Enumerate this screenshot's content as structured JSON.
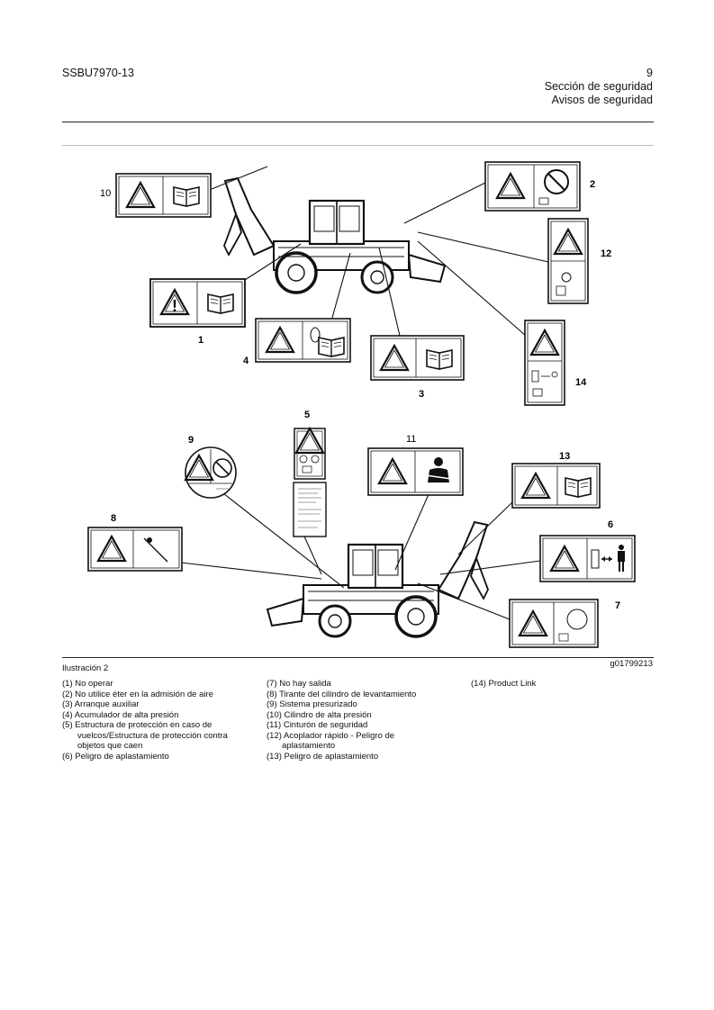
{
  "header": {
    "doc_code": "SSBU7970-13",
    "page_number": "9",
    "section": "Sección de seguridad",
    "subsection": "Avisos de seguridad"
  },
  "figure": {
    "callouts": [
      "1",
      "2",
      "3",
      "4",
      "5",
      "6",
      "7",
      "8",
      "9",
      "10",
      "11",
      "12",
      "13",
      "14"
    ],
    "figure_id": "g01799213",
    "caption": "Ilustración 2"
  },
  "legend": {
    "col1": [
      "(1) No operar",
      "(2) No utilice éter en la admisión de aire",
      "(3) Arranque auxiliar",
      "(4) Acumulador de alta presión",
      "(5) Estructura de protección en caso de",
      "vuelcos/Estructura de protección contra",
      "objetos que caen",
      "(6) Peligro de aplastamiento"
    ],
    "col2": [
      "(7) No hay salida",
      "(8) Tirante del cilindro de levantamiento",
      "(9) Sistema presurizado",
      "(10) Cilindro de alta presión",
      "(11) Cinturón de seguridad",
      "(12) Acoplador rápido - Peligro de",
      "aplastamiento",
      "(13) Peligro de aplastamiento"
    ],
    "col3": [
      "(14) Product Link"
    ]
  }
}
